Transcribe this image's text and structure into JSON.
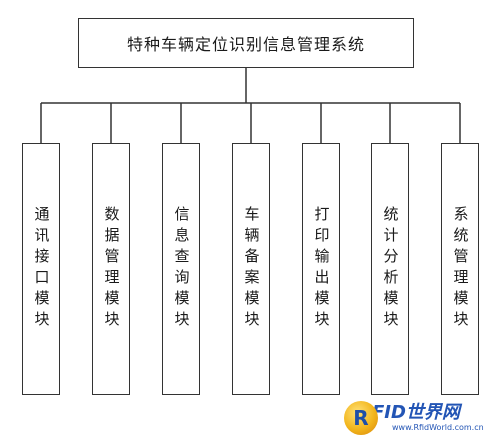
{
  "diagram": {
    "root": {
      "label": "特种车辆定位识别信息管理系统"
    },
    "modules": [
      {
        "label": "通讯接口模块"
      },
      {
        "label": "数据管理模块"
      },
      {
        "label": "信息查询模块"
      },
      {
        "label": "车辆备案模块"
      },
      {
        "label": "打印输出模块"
      },
      {
        "label": "统计分析模块"
      },
      {
        "label": "系统管理模块"
      }
    ]
  },
  "watermark": {
    "logo_letter": "R",
    "brand": "FID世界网",
    "url": "www.RfidWorld.com.cn"
  }
}
